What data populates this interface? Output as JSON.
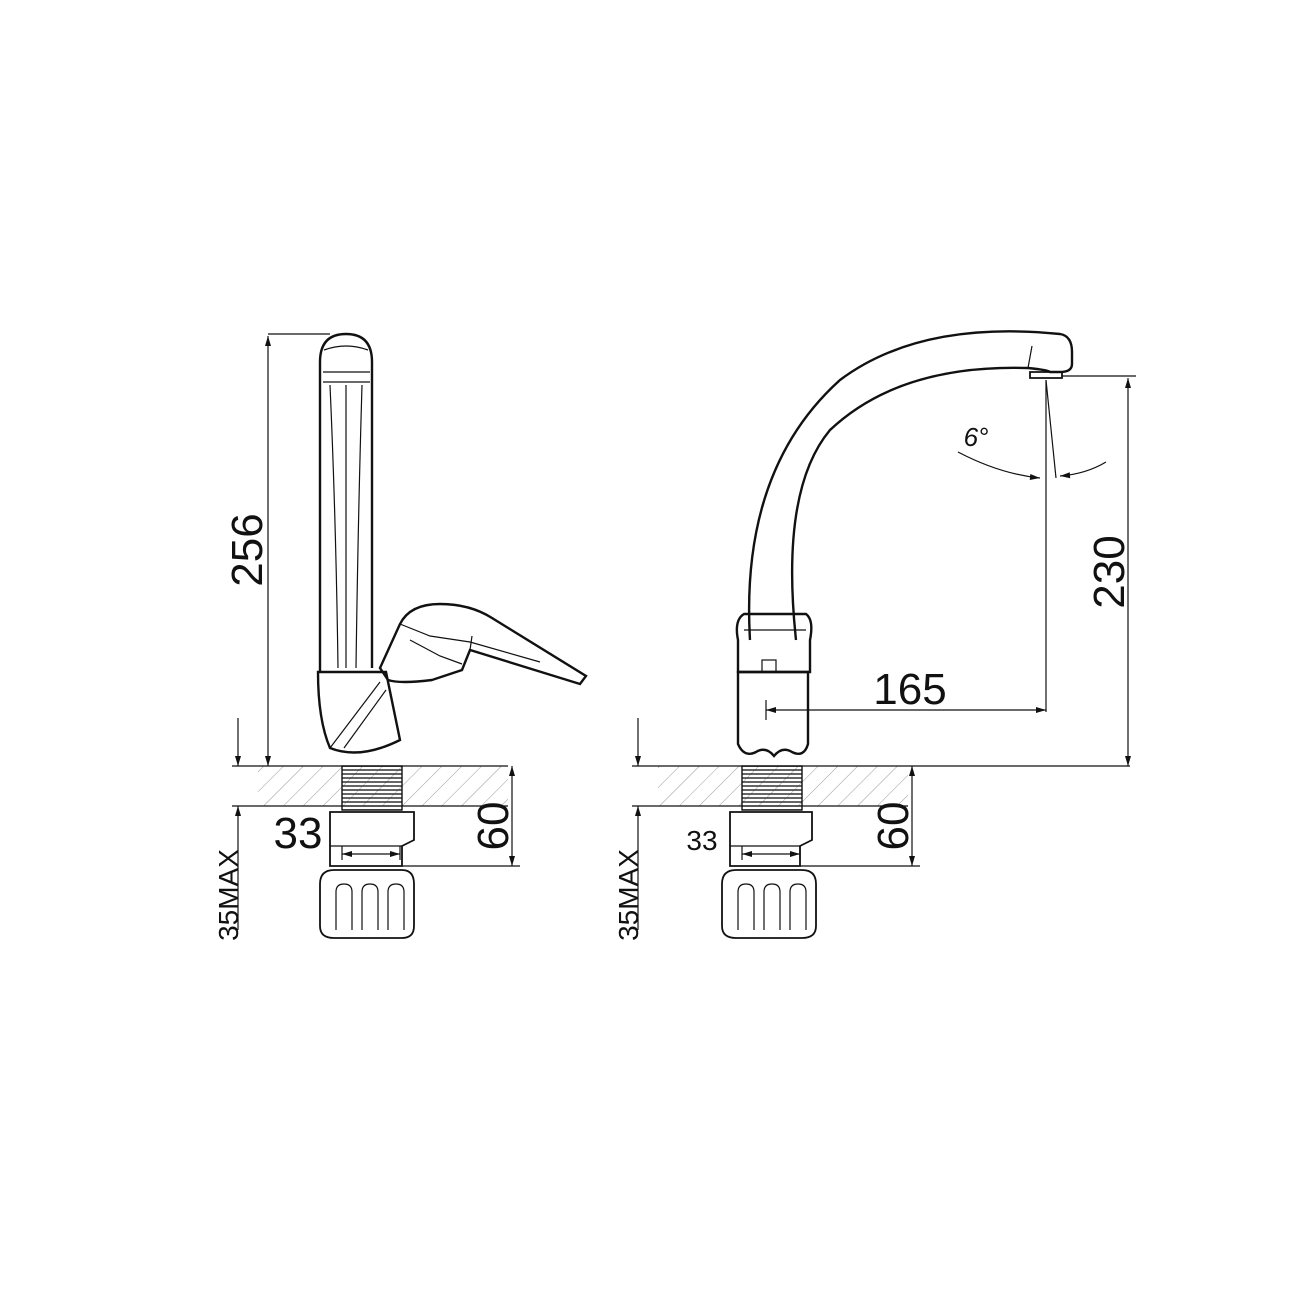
{
  "side_view": {
    "height_label": "256",
    "thread_label": "33",
    "depth_label": "60",
    "max_thickness_label": "35MAX"
  },
  "front_view": {
    "height_label": "230",
    "reach_label": "165",
    "angle_label": "6°",
    "thread_label": "33",
    "depth_label": "60",
    "max_thickness_label": "35MAX"
  },
  "colors": {
    "line": "#111111",
    "background": "#ffffff",
    "hatch": "#999999"
  }
}
